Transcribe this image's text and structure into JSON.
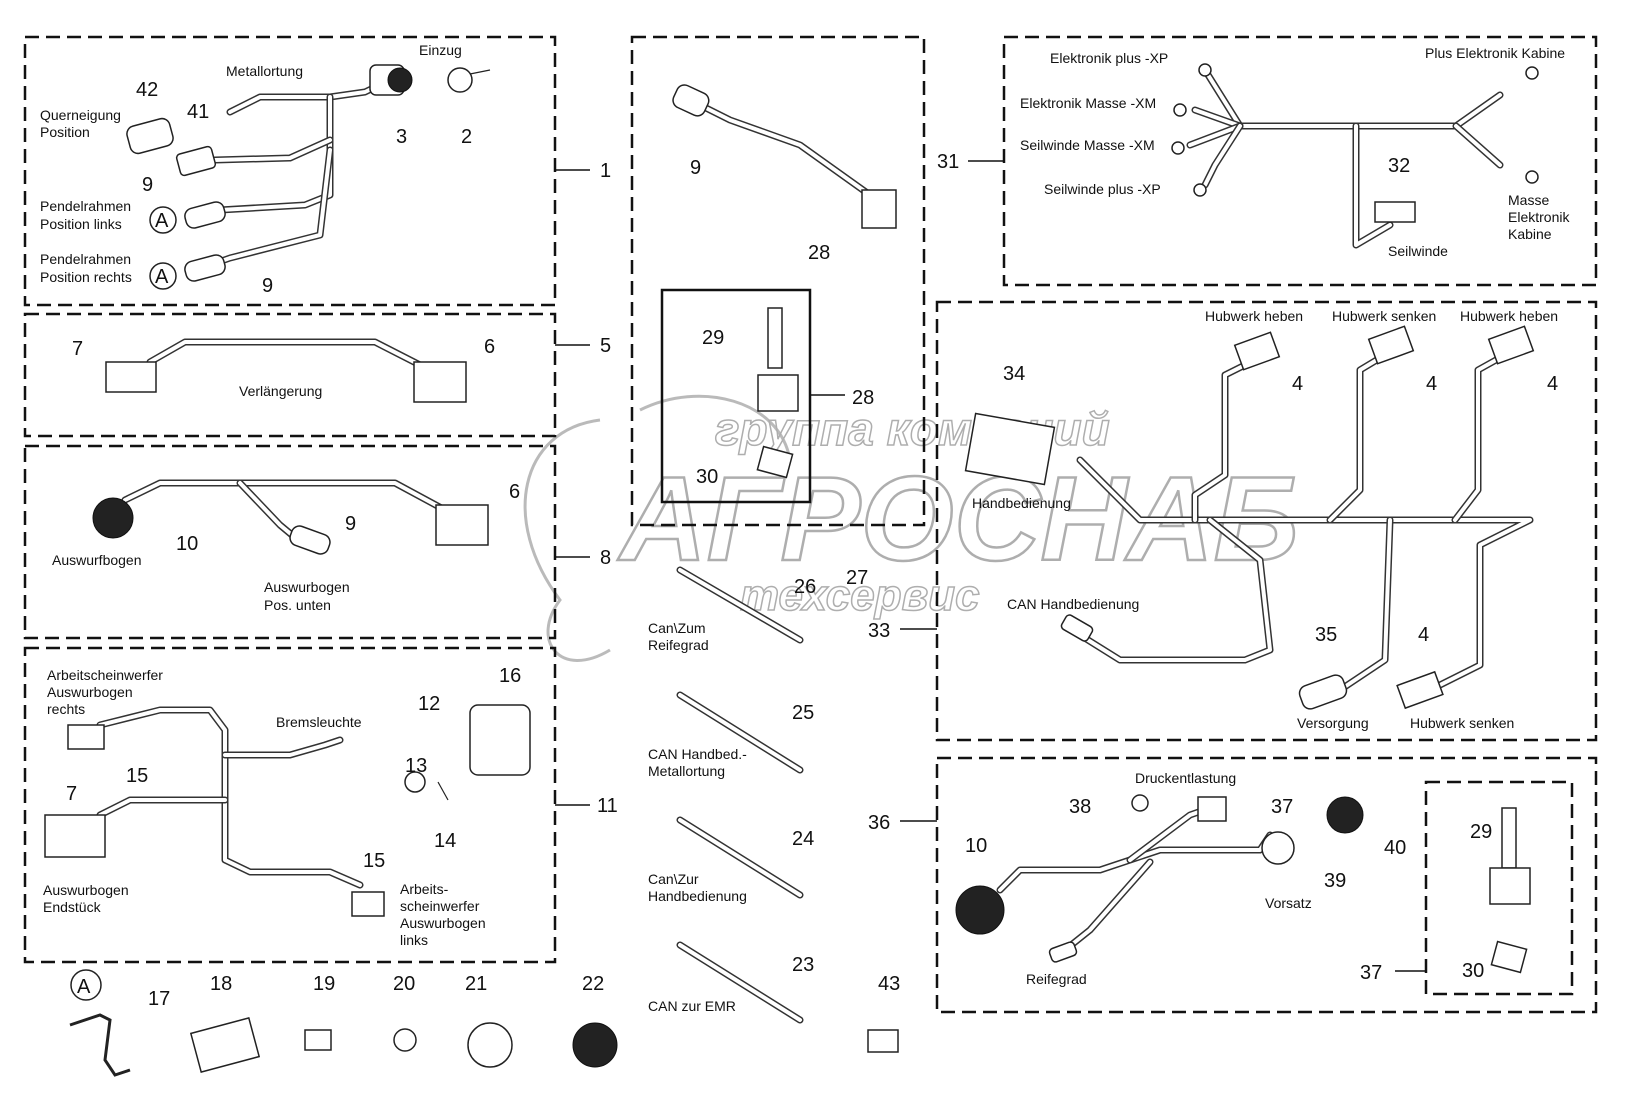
{
  "watermark": {
    "line1": "группа компаний",
    "line2": "АГРОСНАБ",
    "line3": "техсервис"
  },
  "groups": {
    "g1": {
      "callout": "1",
      "labels": {
        "metallortung": "Metallortung",
        "einzug": "Einzug",
        "querneigung": [
          "Querneigung",
          "Position"
        ],
        "pendel_links": [
          "Pendelrahmen",
          "Position links"
        ],
        "pendel_rechts": [
          "Pendelrahmen",
          "Position rechts"
        ]
      },
      "callouts": {
        "c42": "42",
        "c41": "41",
        "c3": "3",
        "c2": "2",
        "c9a": "9",
        "c9b": "9"
      },
      "markers": [
        "A",
        "A"
      ]
    },
    "g5": {
      "callout": "5",
      "label": "Verlängerung",
      "callouts": {
        "c7": "7",
        "c6": "6"
      }
    },
    "g8": {
      "callout": "8",
      "labels": {
        "auswurfbogen": "Auswurfbogen",
        "auswurfbogen_unten": [
          "Auswurbogen",
          "Pos. unten"
        ]
      },
      "callouts": {
        "c10": "10",
        "c9": "9",
        "c6": "6"
      }
    },
    "g11": {
      "callout": "11",
      "labels": {
        "ar_rechts": [
          "Arbeitscheinwerfer",
          "Auswurbogen",
          "rechts"
        ],
        "bremsleuchte": "Bremsleuchte",
        "endstueck": [
          "Auswurbogen",
          "Endstück"
        ],
        "ar_links": [
          "Arbeits-",
          "scheinwerfer",
          "Auswurbogen",
          "links"
        ]
      },
      "callouts": {
        "c15a": "15",
        "c15b": "15",
        "c7": "7",
        "c12": "12",
        "c13": "13",
        "c14": "14",
        "c16": "16"
      }
    },
    "center": {
      "callouts": {
        "c9": "9",
        "c28a": "28",
        "c28b": "28",
        "c29": "29",
        "c30": "30",
        "c26": "26",
        "c27": "27",
        "c25": "25",
        "c24": "24",
        "c23": "23",
        "c43": "43"
      },
      "labels": {
        "c26": [
          "Can\\Zum",
          "Reifegrad"
        ],
        "c25": [
          "CAN Handbed.-",
          "Metallortung"
        ],
        "c24": [
          "Can\\Zur",
          "Handbedienung"
        ],
        "c23": "CAN zur EMR"
      }
    },
    "g31": {
      "callout": "31",
      "labels": {
        "el_plus_xp": "Elektronik plus -XP",
        "el_masse_xm": "Elektronik Masse -XM",
        "seil_masse_xm": "Seilwinde Masse -XM",
        "seil_plus_xp": "Seilwinde plus -XP",
        "plus_kabine": "Plus Elektronik Kabine",
        "masse_kabine": [
          "Masse",
          "Elektronik",
          "Kabine"
        ],
        "seilwinde": "Seilwinde"
      },
      "callouts": {
        "c32": "32"
      }
    },
    "g33": {
      "callout": "33",
      "labels": {
        "hub_heben1": "Hubwerk heben",
        "hub_senken1": "Hubwerk senken",
        "hub_heben2": "Hubwerk heben",
        "handbedienung": "Handbedienung",
        "can_handbedienung": "CAN Handbedienung",
        "versorgung": "Versorgung",
        "hub_senken2": "Hubwerk senken"
      },
      "callouts": {
        "c34": "34",
        "c4a": "4",
        "c4b": "4",
        "c4c": "4",
        "c4d": "4",
        "c35": "35"
      }
    },
    "g36": {
      "callout": "36",
      "labels": {
        "druckentlastung": "Druckentlastung",
        "vorsatz": "Vorsatz",
        "reifegrad": "Reifegrad"
      },
      "callouts": {
        "c10": "10",
        "c38": "38",
        "c37a": "37",
        "c39": "39",
        "c40": "40",
        "c29": "29",
        "c30": "30",
        "c37b": "37"
      }
    },
    "bottom": {
      "marker": "A",
      "callouts": {
        "c17": "17",
        "c18": "18",
        "c19": "19",
        "c20": "20",
        "c21": "21",
        "c22": "22"
      }
    }
  }
}
